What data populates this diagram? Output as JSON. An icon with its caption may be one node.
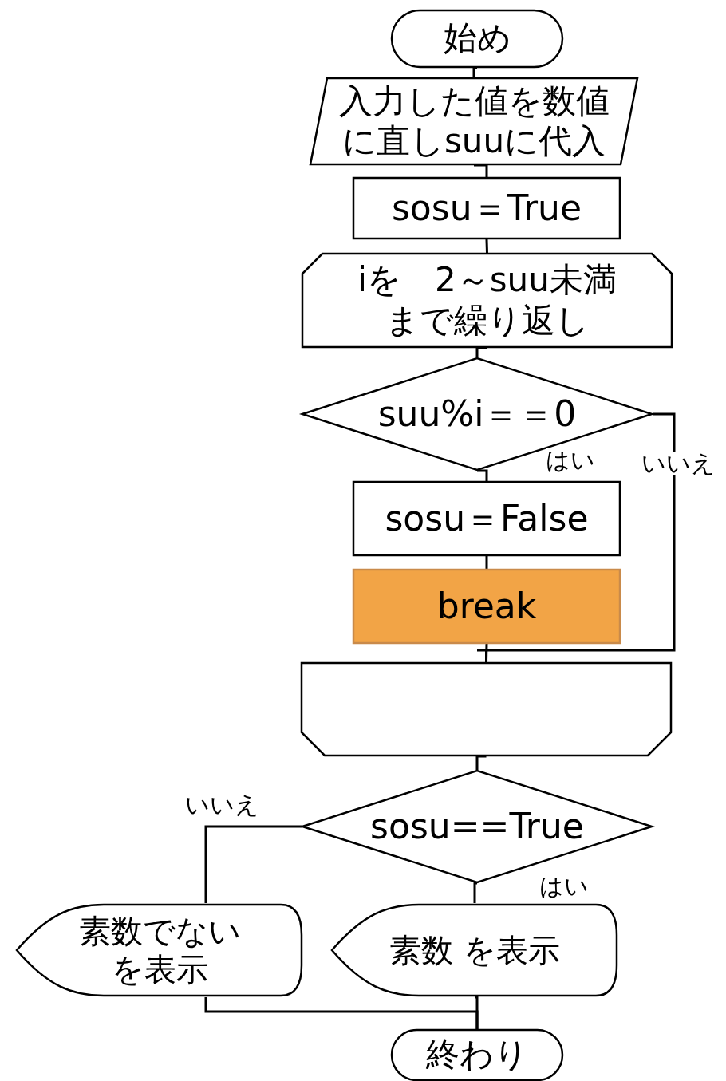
{
  "diagram": {
    "nodes": [
      {
        "text": [
          "始め"
        ]
      },
      {
        "text": [
          "入力した値を数値に直しsuuに代入"
        ]
      },
      {
        "text": [
          "sosu＝True"
        ]
      },
      {
        "text": [
          "iを　2～suu未満まで繰り返し"
        ]
      },
      {
        "text": [
          "suu%i＝＝0"
        ]
      },
      {
        "text": [
          "sosu＝False"
        ]
      },
      {
        "text": [
          "break"
        ]
      },
      {
        "text": [],
        "shape": "box"
      },
      {
        "text": [
          "sosu==True"
        ]
      },
      {
        "text": [
          "素数でないを表示"
        ]
      },
      {
        "text": [
          "素数 を表示"
        ]
      },
      {
        "text": [
          "終わり"
        ]
      }
    ],
    "edges": [
      {
        "from": 0,
        "to": 1,
        "arrow": "none"
      },
      {
        "from": 1,
        "to": 2,
        "arrow": "none"
      },
      {
        "from": 2,
        "to": 3,
        "arrow": "none"
      },
      {
        "from": 3,
        "to": 4,
        "arrow": "none"
      },
      {
        "from": 4,
        "to": 5,
        "arrow": "none",
        "label": "はい"
      },
      {
        "from": 4,
        "to": 7,
        "arrow": "none",
        "label": "いいえ"
      },
      {
        "from": 5,
        "to": 6,
        "arrow": "none"
      },
      {
        "from": 6,
        "to": 7,
        "arrow": "none"
      },
      {
        "from": 7,
        "to": 8,
        "arrow": "none"
      },
      {
        "from": 8,
        "to": 10,
        "arrow": "none",
        "label": "はい"
      },
      {
        "from": 8,
        "to": 9,
        "arrow": "none",
        "label": "いいえ"
      },
      {
        "from": 9,
        "to": 11,
        "arrow": "none"
      },
      {
        "from": 10,
        "to": 11,
        "arrow": "none"
      }
    ]
  }
}
